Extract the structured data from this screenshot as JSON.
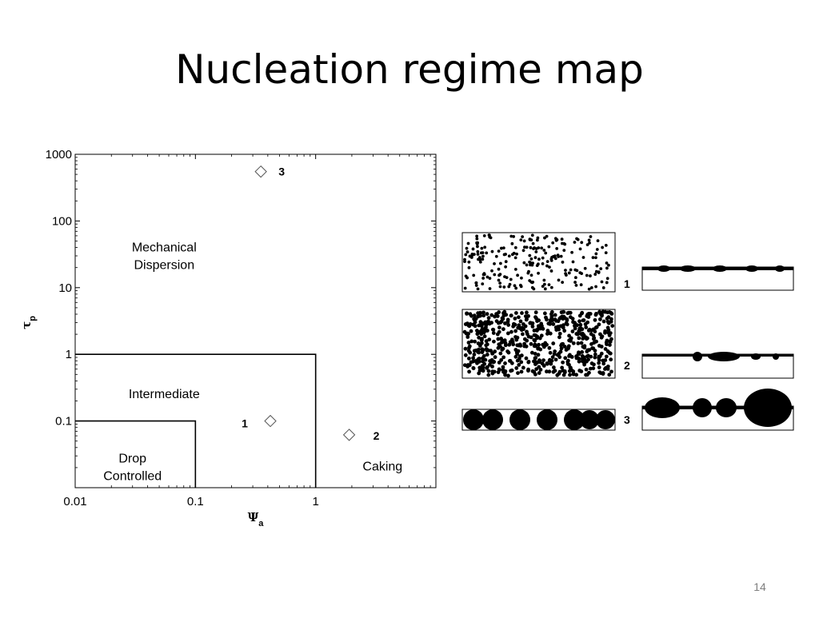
{
  "slide": {
    "title": "Nucleation regime map",
    "page_number": "14"
  },
  "chart_data": {
    "type": "scatter",
    "title": "",
    "xlabel": "Ψ",
    "xlabel_subscript": "a",
    "ylabel": "τ",
    "ylabel_subscript": "p",
    "x_scale": "log",
    "y_scale": "log",
    "xlim": [
      0.01,
      10
    ],
    "ylim": [
      0.01,
      1000
    ],
    "x_ticks": [
      {
        "value": 0.01,
        "label": "0.01"
      },
      {
        "value": 0.1,
        "label": "0.1"
      },
      {
        "value": 1,
        "label": "1"
      }
    ],
    "y_ticks": [
      {
        "value": 1000,
        "label": "1000"
      },
      {
        "value": 100,
        "label": "100"
      },
      {
        "value": 10,
        "label": "10"
      },
      {
        "value": 1,
        "label": "1"
      },
      {
        "value": 0.1,
        "label": "0.1"
      }
    ],
    "regime_boundaries": [
      {
        "points": [
          [
            0.01,
            1
          ],
          [
            1,
            1
          ],
          [
            1,
            0.01
          ]
        ]
      },
      {
        "points": [
          [
            0.01,
            0.1
          ],
          [
            0.1,
            0.1
          ],
          [
            0.1,
            0.01
          ]
        ]
      }
    ],
    "regions": [
      {
        "lines": [
          "Mechanical",
          "Dispersion"
        ],
        "x": 0.055,
        "y": 35
      },
      {
        "lines": [
          "Intermediate"
        ],
        "x": 0.055,
        "y": 0.22
      },
      {
        "lines": [
          "Drop",
          "Controlled"
        ],
        "x": 0.03,
        "y": 0.024
      },
      {
        "lines": [
          "Caking"
        ],
        "x": 3.6,
        "y": 0.018
      }
    ],
    "points": [
      {
        "label": "1",
        "x": 0.42,
        "y": 0.1
      },
      {
        "label": "2",
        "x": 1.9,
        "y": 0.062
      },
      {
        "label": "3",
        "x": 0.35,
        "y": 550
      }
    ],
    "grid": false
  },
  "illustration": {
    "panels": [
      {
        "label": "1",
        "type": "dispersed-drops"
      },
      {
        "label": "2",
        "type": "dense-drops"
      },
      {
        "label": "3",
        "type": "caked-lumps"
      }
    ]
  }
}
